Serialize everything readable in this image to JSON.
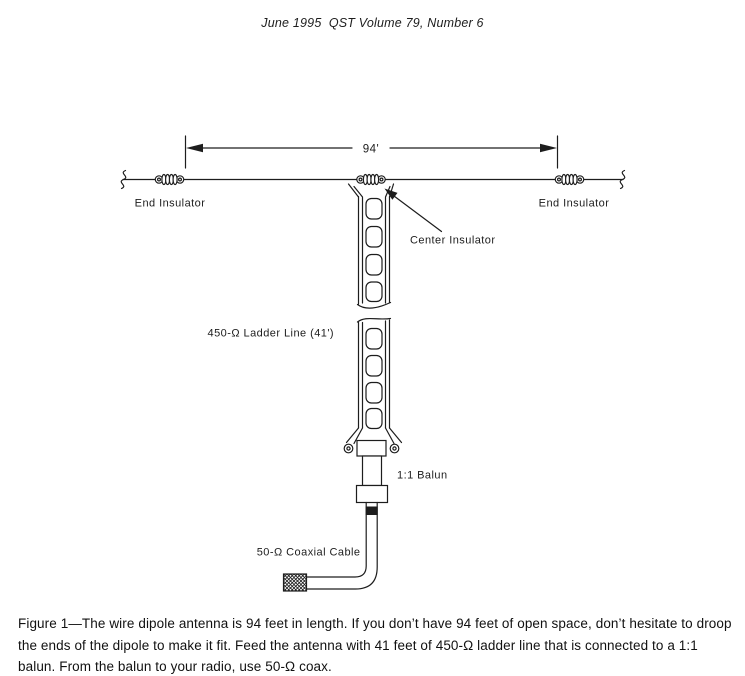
{
  "header": {
    "text": "June 1995  QST Volume 79, Number 6"
  },
  "diagram": {
    "dimension_label": "94'",
    "labels": {
      "end_insulator_left": "End Insulator",
      "end_insulator_right": "End Insulator",
      "center_insulator": "Center Insulator",
      "ladder_line": "450-Ω Ladder Line (41')",
      "balun": "1:1 Balun",
      "coax": "50-Ω Coaxial Cable"
    }
  },
  "caption": {
    "text": "Figure 1—The wire dipole antenna is 94 feet in length. If you don’t have 94 feet of open space, don’t hesitate to droop the ends of the dipole to make it fit. Feed the antenna with 41 feet of 450-Ω ladder line that is connected to a 1:1 balun. From the balun to your radio, use 50-Ω coax."
  },
  "colors": {
    "ink": "#1d1d1d",
    "paper": "#ffffff"
  }
}
